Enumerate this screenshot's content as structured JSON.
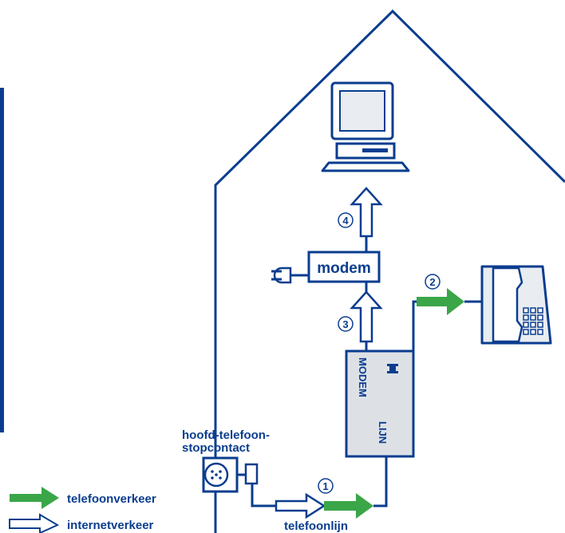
{
  "labels": {
    "modem_box": "modem",
    "splitter_modem": "MODEM",
    "splitter_lijn": "LIJN",
    "socket_line1": "hoofd-telefoon-",
    "socket_line2": "stopcontact",
    "line_label": "telefoonlijn"
  },
  "steps": [
    "1",
    "2",
    "3",
    "4"
  ],
  "legend": {
    "phone_traffic": "telefoonverkeer",
    "internet_traffic": "internetverkeer"
  },
  "colors": {
    "line": "#0a3d8f",
    "phone_arrow": "#3aa648",
    "device_fill": "#e9ecf0",
    "splitter_fill": "#dde1e6"
  },
  "icons": [
    "house-outline",
    "computer-icon",
    "modem-box",
    "power-plug-icon",
    "splitter-box",
    "telephone-icon",
    "wall-socket-icon",
    "phone-plug-icon"
  ]
}
